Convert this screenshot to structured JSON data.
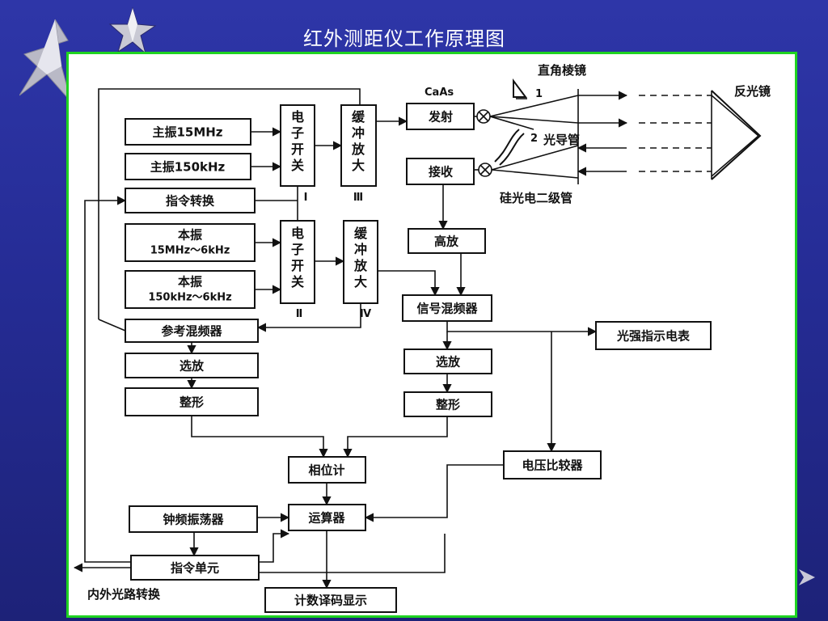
{
  "slide": {
    "title": "红外测距仪工作原理图"
  },
  "diagram": {
    "blocks": {
      "zhuzhen15m": "主振15MHz",
      "zhuzhen150k": "主振150kHz",
      "zhiling_zhuanhuan": "指令转换",
      "benzhen1_l1": "本振",
      "benzhen1_l2": "15MHz～6kHz",
      "benzhen2_l1": "本振",
      "benzhen2_l2": "150kHz～6kHz",
      "cankao_hunpin": "参考混频器",
      "xuanfang_left": "选放",
      "zhengxing_left": "整形",
      "dianzi_kaiguan_1": "电子开关",
      "dianzi_kaiguan_2": "电子开关",
      "huanchong_1": "缓冲放大",
      "huanchong_2": "缓冲放大",
      "fashe": "发射",
      "jieshou": "接收",
      "gaofang": "高放",
      "xinhao_hunpin": "信号混频器",
      "xuanfang_right": "选放",
      "zhengxing_right": "整形",
      "guangqiang": "光强指示电表",
      "dianya_bijiao": "电压比较器",
      "xiangweiji": "相位计",
      "yunsuanqi": "运算器",
      "zhongpin": "钟频振荡器",
      "zhiling_danyuan": "指令单元",
      "jishu_xianshi": "计数译码显示"
    },
    "labels": {
      "roman_1": "Ⅰ",
      "roman_2": "Ⅱ",
      "roman_3": "Ⅲ",
      "roman_4": "Ⅳ",
      "caas": "CaAs",
      "zhijiao_lengjing": "直角棱镜",
      "num_1": "1",
      "num_2": "2",
      "guangdaoguan": "光导管",
      "fanguangjing": "反光镜",
      "gui_guangdian": "硅光电二级管",
      "neiwai_guanglu": "内外光路转换"
    }
  }
}
